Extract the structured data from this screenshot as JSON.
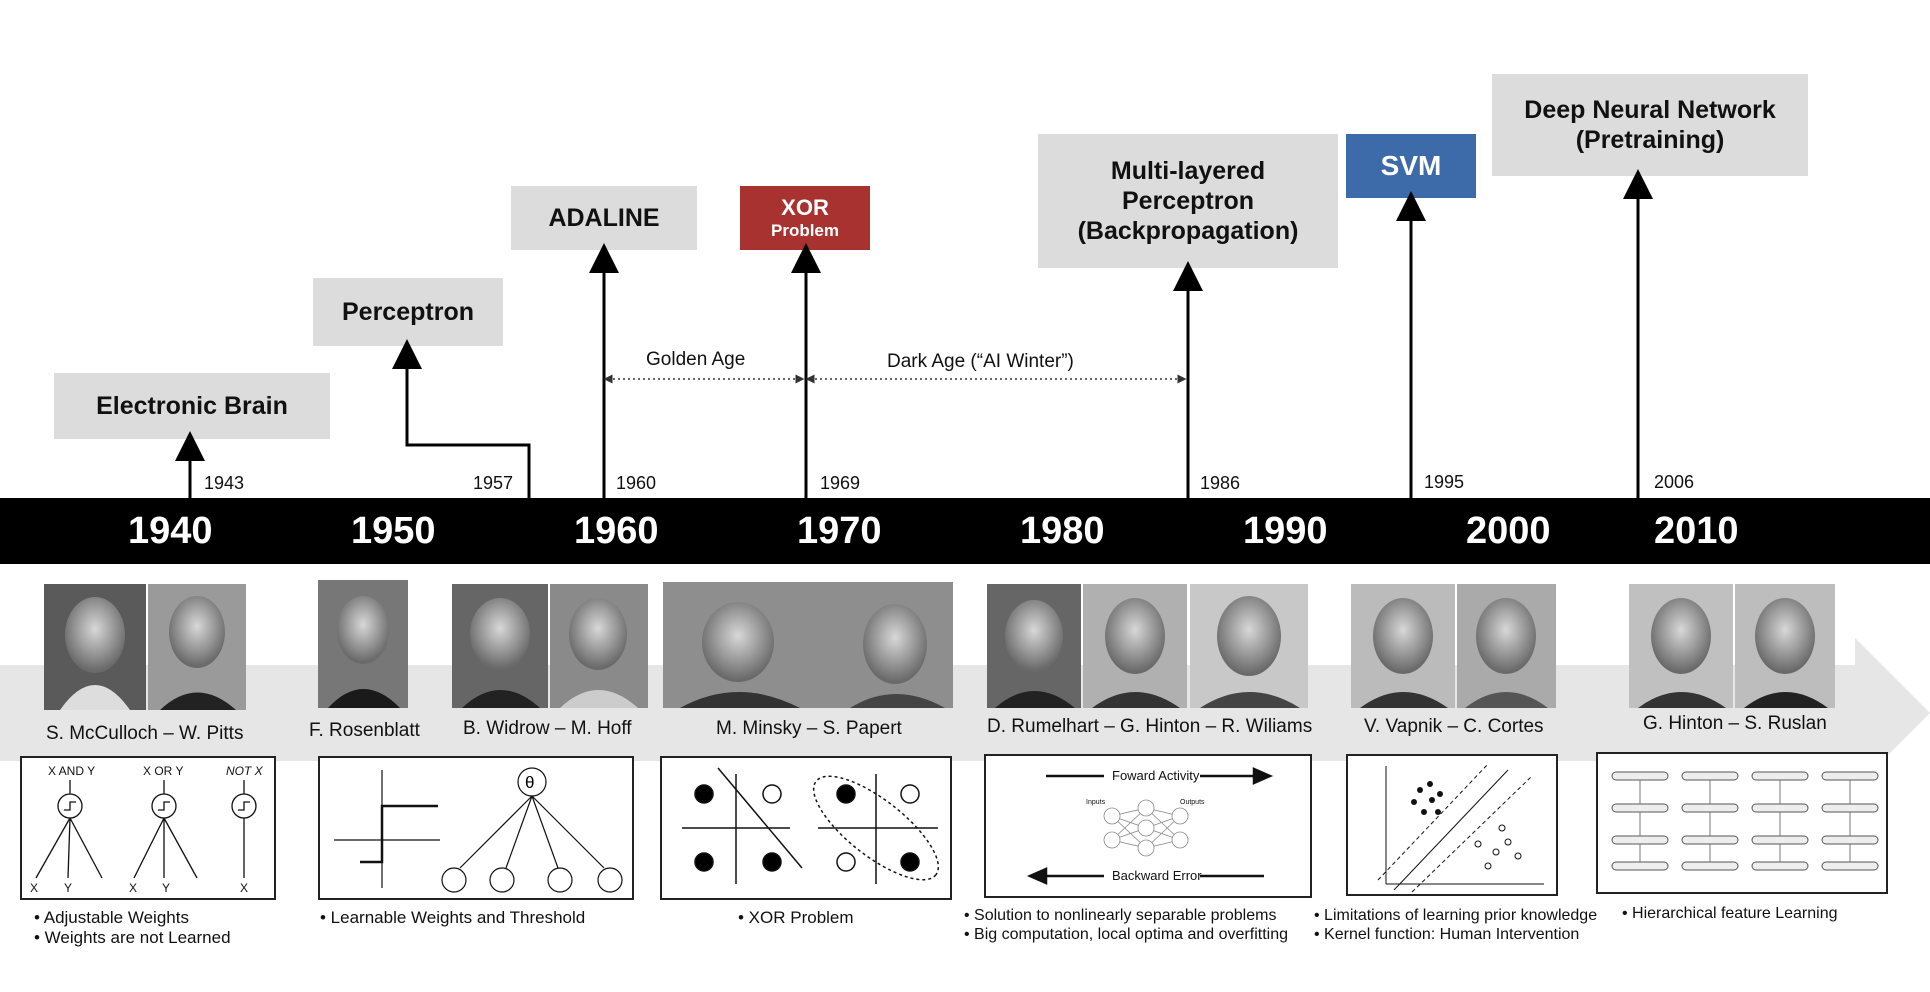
{
  "milestones": {
    "electronic_brain": "Electronic Brain",
    "perceptron": "Perceptron",
    "adaline": "ADALINE",
    "xor_line1": "XOR",
    "xor_line2": "Problem",
    "mlp_line1": "Multi-layered",
    "mlp_line2": "Perceptron",
    "mlp_line3": "(Backpropagation)",
    "svm": "SVM",
    "dnn_line1": "Deep Neural Network",
    "dnn_line2": "(Pretraining)"
  },
  "years": [
    "1943",
    "1957",
    "1960",
    "1969",
    "1986",
    "1995",
    "2006"
  ],
  "decades": [
    "1940",
    "1950",
    "1960",
    "1970",
    "1980",
    "1990",
    "2000",
    "2010"
  ],
  "eras": {
    "golden": "Golden Age",
    "dark": "Dark Age (“AI Winter”)"
  },
  "people": {
    "mcculloch_pitts": "S. McCulloch – W. Pitts",
    "rosenblatt": "F. Rosenblatt",
    "widrow_hoff": "B. Widrow – M. Hoff",
    "minsky_papert": "M. Minsky – S. Papert",
    "rumelhart_hinton_williams": "D. Rumelhart – G. Hinton – R. Wiliams",
    "vapnik_cortes": "V. Vapnik – C. Cortes",
    "hinton_ruslan": "G. Hinton – S. Ruslan"
  },
  "figure_labels": {
    "x_and_y": "X AND Y",
    "x_or_y": "X OR Y",
    "not_x": "NOT X",
    "x": "X",
    "y": "Y",
    "theta": "θ",
    "foward_activity": "Foward Activity",
    "backward_error": "Backward Error",
    "inputs": "Inputs",
    "outputs": "Outputs"
  },
  "notes": {
    "n1a": "• Adjustable Weights",
    "n1b": "• Weights are not Learned",
    "n2": "• Learnable Weights  and Threshold",
    "n3": "• XOR Problem",
    "n4a": "• Solution to nonlinearly separable problems",
    "n4b": "• Big computation, local optima and overfitting",
    "n5a": "• Limitations of learning prior knowledge",
    "n5b": "• Kernel function: Human Intervention",
    "n6": "• Hierarchical feature Learning"
  },
  "colors": {
    "box_gray": "#dcdcdc",
    "xor_red": "#a8322f",
    "svm_blue": "#3d6aa8",
    "timeline": "#000000",
    "band": "#e6e6e6"
  }
}
